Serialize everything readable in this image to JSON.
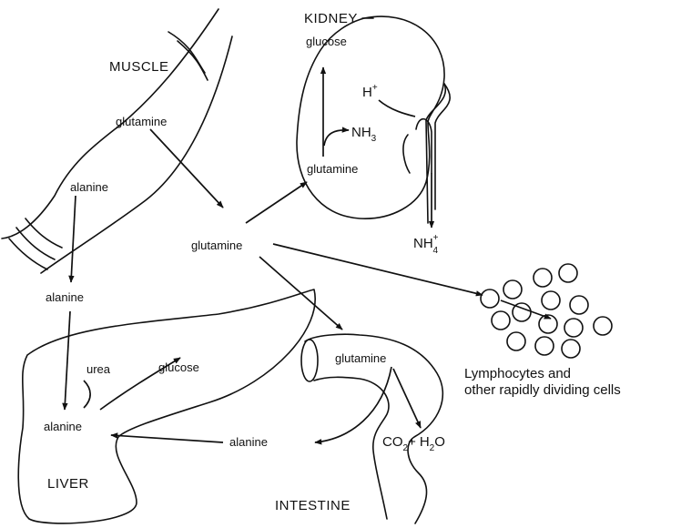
{
  "organs": {
    "muscle": "MUSCLE",
    "kidney": "KIDNEY",
    "liver": "LIVER",
    "intestine": "INTESTINE"
  },
  "muscle": {
    "glutamine": "glutamine",
    "alanine": "alanine"
  },
  "blood": {
    "glutamine": "glutamine",
    "alanine": "alanine"
  },
  "kidney": {
    "glucose": "glucose",
    "glutamine": "glutamine",
    "h_plus": "H",
    "h_plus_sup": "+",
    "nh3": "NH",
    "nh3_sub": "3",
    "nh4": "NH",
    "nh4_sup": "+",
    "nh4_sub": "4"
  },
  "liver": {
    "urea": "urea",
    "glucose": "glucose",
    "alanine": "alanine"
  },
  "intestine": {
    "glutamine": "glutamine",
    "alanine": "alanine",
    "co2": "CO",
    "co2_sub": "2",
    "plus": "+",
    "h2o_h": "H",
    "h2o_sub": "2",
    "h2o_o": "O"
  },
  "cells": {
    "caption_line1": "Lymphocytes and",
    "caption_line2": "other rapidly dividing cells"
  }
}
